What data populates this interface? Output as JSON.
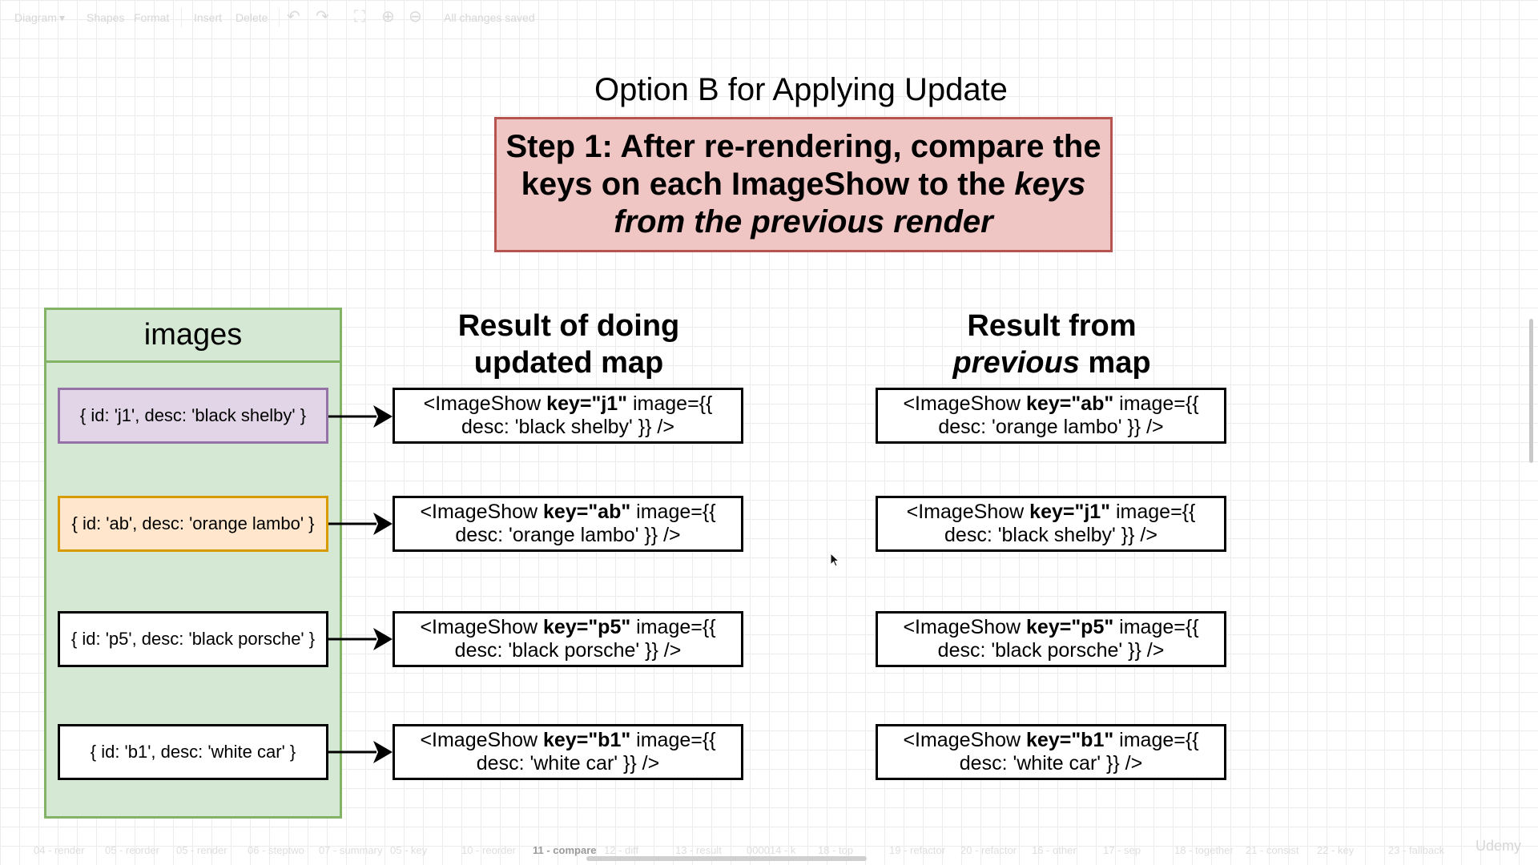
{
  "toolbar": {
    "diagram": "Diagram",
    "shapes": "Shapes",
    "format": "Format",
    "insert": "Insert",
    "delete": "Delete",
    "status": "All changes saved"
  },
  "title": "Option B for Applying Update",
  "step": {
    "line1": "Step 1: After re-rendering, compare the",
    "line2_plain": "keys on each ImageShow to the ",
    "line2_italic": "keys",
    "line3_italic": "from the previous render"
  },
  "images": {
    "header": "images",
    "items": [
      "{ id: 'j1', desc: 'black shelby' }",
      "{ id: 'ab', desc: 'orange lambo' }",
      "{ id: 'p5', desc: 'black porsche' }",
      "{ id: 'b1', desc: 'white car' }"
    ]
  },
  "updated": {
    "line1": "Result of doing",
    "line2": "updated map",
    "rows": [
      {
        "pre": "<ImageShow ",
        "key": "key=\"j1\"",
        "post": " image={{",
        "line2": "desc: 'black shelby' }} />"
      },
      {
        "pre": "<ImageShow ",
        "key": "key=\"ab\"",
        "post": " image={{",
        "line2": "desc: 'orange lambo' }} />"
      },
      {
        "pre": "<ImageShow ",
        "key": "key=\"p5\"",
        "post": " image={{",
        "line2": "desc: 'black porsche' }} />"
      },
      {
        "pre": "<ImageShow ",
        "key": "key=\"b1\"",
        "post": " image={{",
        "line2": "desc: 'white car' }} />"
      }
    ]
  },
  "previous": {
    "line1": "Result from",
    "line2_italic": "previous",
    "line2_rest": " map",
    "rows": [
      {
        "pre": "<ImageShow ",
        "key": "key=\"ab\"",
        "post": " image={{",
        "line2": "desc: 'orange lambo' }} />"
      },
      {
        "pre": "<ImageShow ",
        "key": "key=\"j1\"",
        "post": " image={{",
        "line2": "desc: 'black shelby' }} />"
      },
      {
        "pre": "<ImageShow ",
        "key": "key=\"p5\"",
        "post": " image={{",
        "line2": "desc: 'black porsche' }} />"
      },
      {
        "pre": "<ImageShow ",
        "key": "key=\"b1\"",
        "post": " image={{",
        "line2": "desc: 'white car' }} />"
      }
    ]
  },
  "bottom_tabs": [
    {
      "label": "04 - render",
      "active": false
    },
    {
      "label": "05 - reorder",
      "active": false
    },
    {
      "label": "05 - render",
      "active": false
    },
    {
      "label": "06 - steptwo",
      "active": false
    },
    {
      "label": "07 - summary",
      "active": false
    },
    {
      "label": "05 - key",
      "active": false
    },
    {
      "label": "10 - reorder",
      "active": false
    },
    {
      "label": "11 - compare",
      "active": true
    },
    {
      "label": "12 - diff",
      "active": false
    },
    {
      "label": "13 - result",
      "active": false
    },
    {
      "label": "000014 - k",
      "active": false
    },
    {
      "label": "18 - top",
      "active": false
    },
    {
      "label": "19 - refactor",
      "active": false
    },
    {
      "label": "20 - refactor",
      "active": false
    },
    {
      "label": "16 - other",
      "active": false
    },
    {
      "label": "17 - sep",
      "active": false
    },
    {
      "label": "18 - together",
      "active": false
    },
    {
      "label": "21 - consist",
      "active": false
    },
    {
      "label": "22 - key",
      "active": false
    },
    {
      "label": "23 - fallback",
      "active": false
    }
  ],
  "brand": "Udemy"
}
